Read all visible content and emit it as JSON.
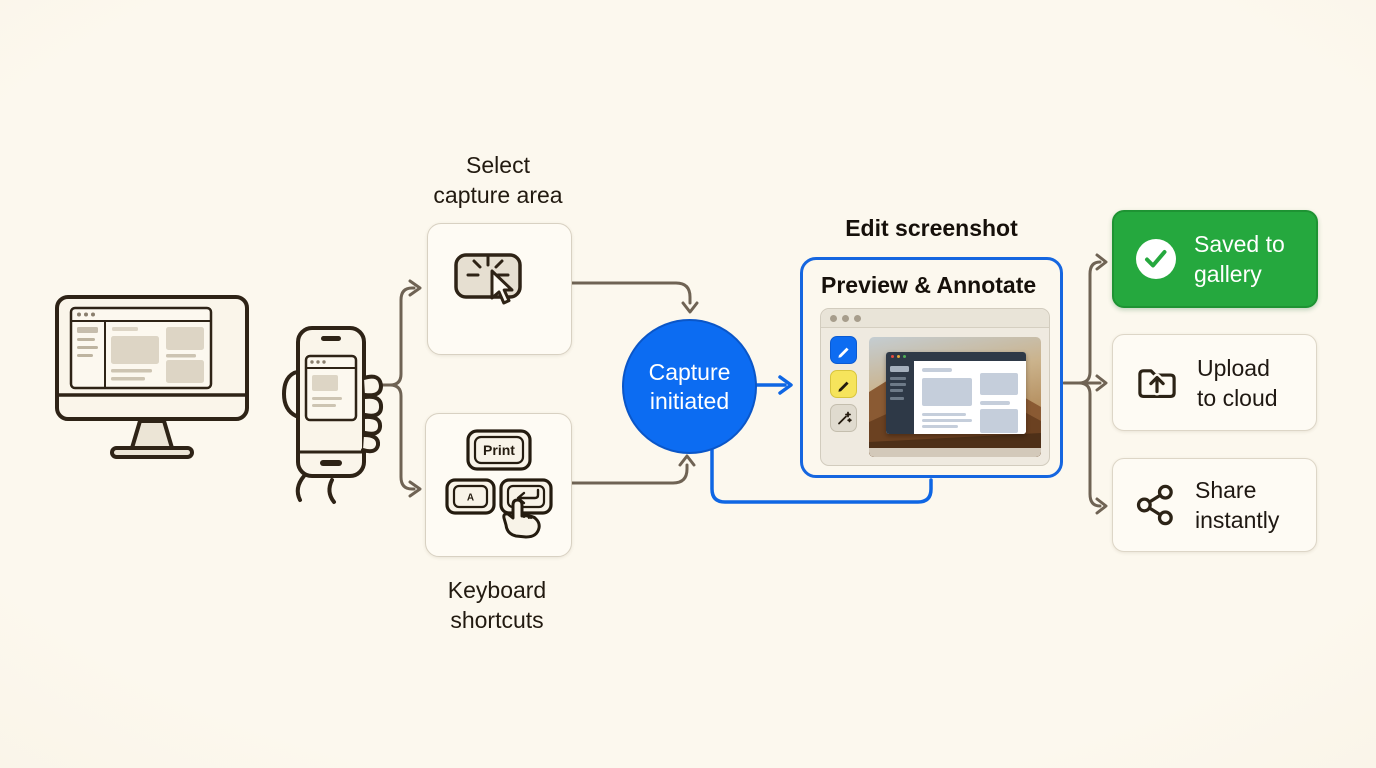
{
  "palette": {
    "background": "#fbf7ee",
    "accent_blue": "#0c6cf2",
    "accent_green": "#25a83e",
    "ink": "#2e2416",
    "arrow": "#6f6354"
  },
  "source_devices": {
    "monitor_icon": "desktop-monitor-illustration",
    "phone_icon": "hand-holding-phone-illustration"
  },
  "capture_methods": {
    "select_area": {
      "label_line1": "Select",
      "label_line2": "capture area",
      "icon": "click-capture-icon"
    },
    "keyboard": {
      "label_line1": "Keyboard",
      "label_line2": "shortcuts",
      "icon": "keyboard-shortcut-icon",
      "print_key_label": "Print",
      "letter_key_label": "A",
      "enter_key_icon": "return-arrow-icon",
      "tap_hand_icon": "pointing-hand-icon"
    }
  },
  "capture_node": {
    "label_line1": "Capture",
    "label_line2": "initiated"
  },
  "edit_step": {
    "heading": "Edit screenshot",
    "panel_title": "Preview & Annotate",
    "tools": [
      {
        "icon": "pencil-tool-icon",
        "color": "#0d6cf1"
      },
      {
        "icon": "marker-tool-icon",
        "color": "#f6e45c"
      },
      {
        "icon": "wand-tool-icon",
        "color": "#e0dbcf"
      }
    ]
  },
  "outcomes": [
    {
      "label_line1": "Saved to",
      "label_line2": "gallery",
      "icon": "check-circle-icon",
      "style": "success"
    },
    {
      "label_line1": "Upload",
      "label_line2": "to cloud",
      "icon": "folder-upload-icon",
      "style": "card"
    },
    {
      "label_line1": "Share",
      "label_line2": "instantly",
      "icon": "share-nodes-icon",
      "style": "card"
    }
  ]
}
